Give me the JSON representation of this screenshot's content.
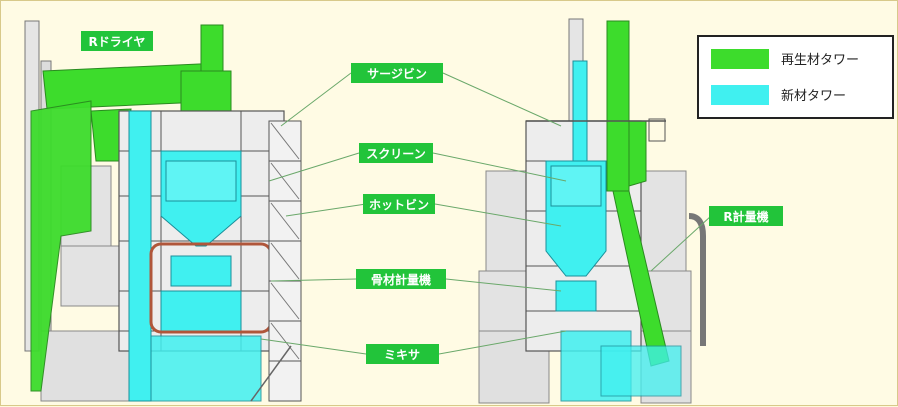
{
  "labels": {
    "r_dryer": "Rドライヤ",
    "surge_bin": "サージビン",
    "screen": "スクリーン",
    "hot_bin": "ホットビン",
    "aggregate_scale": "骨材計量機",
    "mixer": "ミキサ",
    "r_scale": "R計量機"
  },
  "legend": {
    "items": [
      {
        "label": "再生材タワー",
        "color": "#3ddc2c"
      },
      {
        "label": "新材タワー",
        "color": "#40f0f0"
      }
    ]
  },
  "colors": {
    "green": "#3ddc2c",
    "cyan": "#40f0f0",
    "label_bg": "#22c43a",
    "leader": "#6aa86a",
    "highlight_box": "#b0563a",
    "frame_gray": "#d9d9d9",
    "steel": "#555555"
  }
}
